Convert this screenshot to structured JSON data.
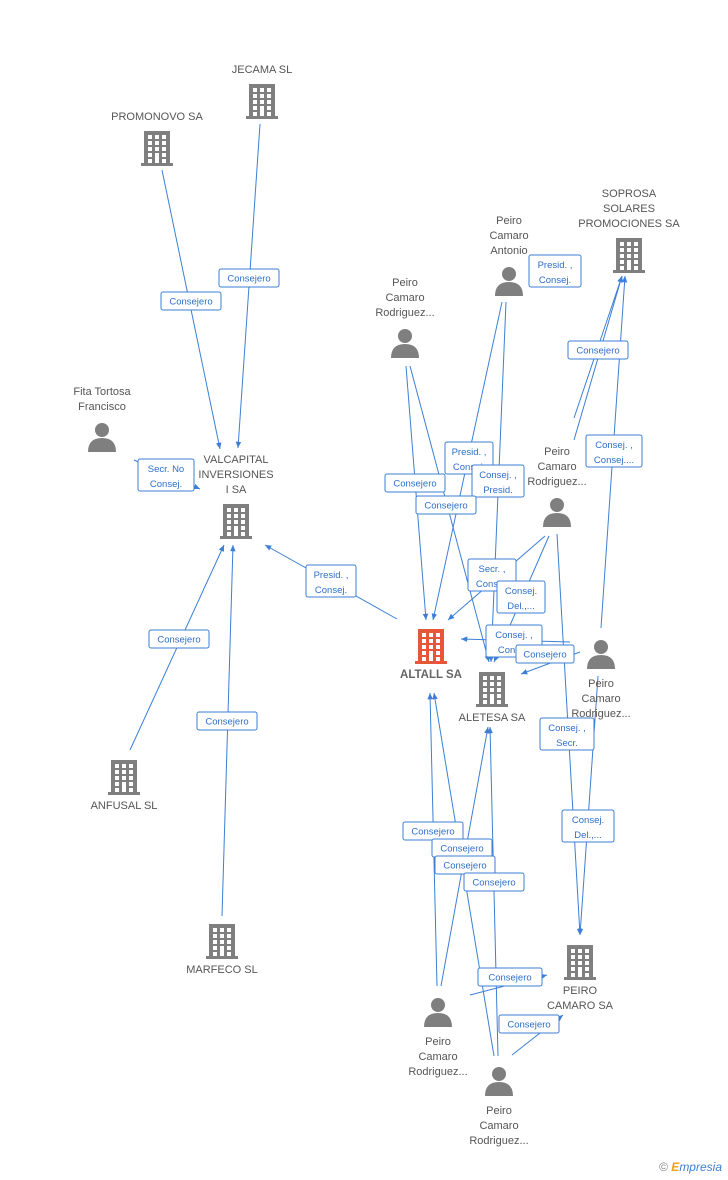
{
  "colors": {
    "edge": "#3d7fd6",
    "building": "#7f7f7f",
    "main_building": "#e8563a",
    "person": "#7f7f7f"
  },
  "nodes": [
    {
      "id": "jecama",
      "type": "company",
      "label": [
        "JECAMA SL"
      ]
    },
    {
      "id": "promonovo",
      "type": "company",
      "label": [
        "PROMONOVO SA"
      ]
    },
    {
      "id": "soprosa",
      "type": "company",
      "label": [
        "SOPROSA",
        "SOLARES",
        "PROMOCIONES SA"
      ]
    },
    {
      "id": "peiro_antonio",
      "type": "person",
      "label": [
        "Peiro",
        "Camaro",
        "Antonio"
      ]
    },
    {
      "id": "peiro_r1",
      "type": "person",
      "label": [
        "Peiro",
        "Camaro",
        "Rodriguez..."
      ]
    },
    {
      "id": "fita",
      "type": "person",
      "label": [
        "Fita Tortosa",
        "Francisco"
      ]
    },
    {
      "id": "valcapital",
      "type": "company",
      "label": [
        "VALCAPITAL",
        "INVERSIONES",
        "I SA"
      ]
    },
    {
      "id": "peiro_r2",
      "type": "person",
      "label": [
        "Peiro",
        "Camaro",
        "Rodriguez..."
      ]
    },
    {
      "id": "altall",
      "type": "company",
      "main": true,
      "label": [
        "ALTALL SA"
      ]
    },
    {
      "id": "aletesa",
      "type": "company",
      "label": [
        "ALETESA SA"
      ]
    },
    {
      "id": "peiro_r3",
      "type": "person",
      "label": [
        "Peiro",
        "Camaro",
        "Rodriguez..."
      ]
    },
    {
      "id": "anfusal",
      "type": "company",
      "label": [
        "ANFUSAL SL"
      ]
    },
    {
      "id": "marfeco",
      "type": "company",
      "label": [
        "MARFECO SL"
      ]
    },
    {
      "id": "peiro_camaro_sa",
      "type": "company",
      "label": [
        "PEIRO",
        "CAMARO SA"
      ]
    },
    {
      "id": "peiro_r4",
      "type": "person",
      "label": [
        "Peiro",
        "Camaro",
        "Rodriguez..."
      ]
    },
    {
      "id": "peiro_r5",
      "type": "person",
      "label": [
        "Peiro",
        "Camaro",
        "Rodriguez..."
      ]
    }
  ],
  "edges": [
    {
      "from": "jecama",
      "to": "valcapital",
      "label": [
        "Consejero"
      ]
    },
    {
      "from": "promonovo",
      "to": "valcapital",
      "label": [
        "Consejero"
      ]
    },
    {
      "from": "fita",
      "to": "valcapital",
      "label": [
        "Secr.  No",
        "Consej."
      ]
    },
    {
      "from": "altall",
      "to": "valcapital",
      "label": [
        "Presid. ,",
        "Consej."
      ]
    },
    {
      "from": "anfusal",
      "to": "valcapital",
      "label": [
        "Consejero"
      ]
    },
    {
      "from": "marfeco",
      "to": "valcapital",
      "label": [
        "Consejero"
      ]
    },
    {
      "from": "peiro_antonio",
      "to": "altall",
      "label": [
        "Presid. ,",
        "Consej."
      ]
    },
    {
      "from": "peiro_antonio",
      "to": "aletesa",
      "label": [
        "Consej. ,",
        "Presid."
      ]
    },
    {
      "from": "peiro_antonio",
      "to": "soprosa",
      "label": [
        "Presid. ,",
        "Consej."
      ]
    },
    {
      "from": "peiro_r1",
      "to": "altall",
      "label": [
        "Consejero"
      ]
    },
    {
      "from": "peiro_r1",
      "to": "aletesa",
      "label": [
        "Consejero"
      ]
    },
    {
      "from": "peiro_r2",
      "to": "soprosa",
      "label": [
        "Consejero"
      ]
    },
    {
      "from": "peiro_r2",
      "to": "altall",
      "label": [
        "Secr. ,",
        "Consej."
      ]
    },
    {
      "from": "peiro_r2",
      "to": "aletesa",
      "label": [
        "Consej.",
        "Del.,..."
      ]
    },
    {
      "from": "peiro_r3",
      "to": "soprosa",
      "label": [
        "Consej. ,",
        "Consej...."
      ]
    },
    {
      "from": "peiro_r3",
      "to": "altall",
      "label": [
        "Consej. ,",
        "Consej."
      ]
    },
    {
      "from": "peiro_r3",
      "to": "aletesa",
      "label": [
        "Consejero"
      ]
    },
    {
      "from": "peiro_r2",
      "to": "peiro_camaro_sa",
      "label": [
        "Consej. ,",
        "Secr."
      ]
    },
    {
      "from": "peiro_r3",
      "to": "peiro_camaro_sa",
      "label": [
        "Consej.",
        "Del.,..."
      ]
    },
    {
      "from": "peiro_r4",
      "to": "altall",
      "label": [
        "Consejero"
      ]
    },
    {
      "from": "peiro_r4",
      "to": "aletesa",
      "label": [
        "Consejero"
      ]
    },
    {
      "from": "peiro_r5",
      "to": "altall",
      "label": [
        "Consejero"
      ]
    },
    {
      "from": "peiro_r5",
      "to": "aletesa",
      "label": [
        "Consejero"
      ]
    },
    {
      "from": "peiro_r4",
      "to": "peiro_camaro_sa",
      "label": [
        "Consejero"
      ]
    },
    {
      "from": "peiro_r5",
      "to": "peiro_camaro_sa",
      "label": [
        "Consejero"
      ]
    }
  ],
  "footer": {
    "copyright": "©",
    "brand_initial": "E",
    "brand_rest": "mpresia"
  }
}
